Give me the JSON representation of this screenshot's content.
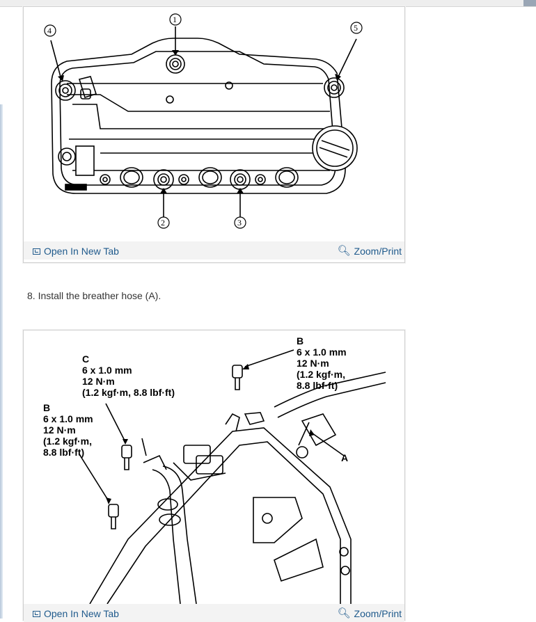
{
  "figure1": {
    "callouts": [
      "1",
      "2",
      "3",
      "4",
      "5"
    ],
    "open_tab": "Open In New Tab",
    "zoom_print": "Zoom/Print"
  },
  "step": {
    "text": "8. Install the breather hose (A)."
  },
  "figure2": {
    "label_c": {
      "letter": "C",
      "lines": [
        "6 x 1.0 mm",
        "12 N·m",
        "(1.2 kgf·m, 8.8 lbf·ft)"
      ]
    },
    "label_b_left": {
      "letter": "B",
      "lines": [
        "6 x 1.0 mm",
        "12 N·m",
        "(1.2 kgf·m,",
        "8.8 lbf·ft)"
      ]
    },
    "label_b_right": {
      "letter": "B",
      "lines": [
        "6 x 1.0 mm",
        "12 N·m",
        "(1.2 kgf·m,",
        "8.8 lbf·ft)"
      ]
    },
    "label_a": "A",
    "open_tab": "Open In New Tab",
    "zoom_print": "Zoom/Print"
  },
  "icons": {
    "open_tab": "open-in-new-tab-icon",
    "zoom": "magnifier-plus-icon"
  }
}
